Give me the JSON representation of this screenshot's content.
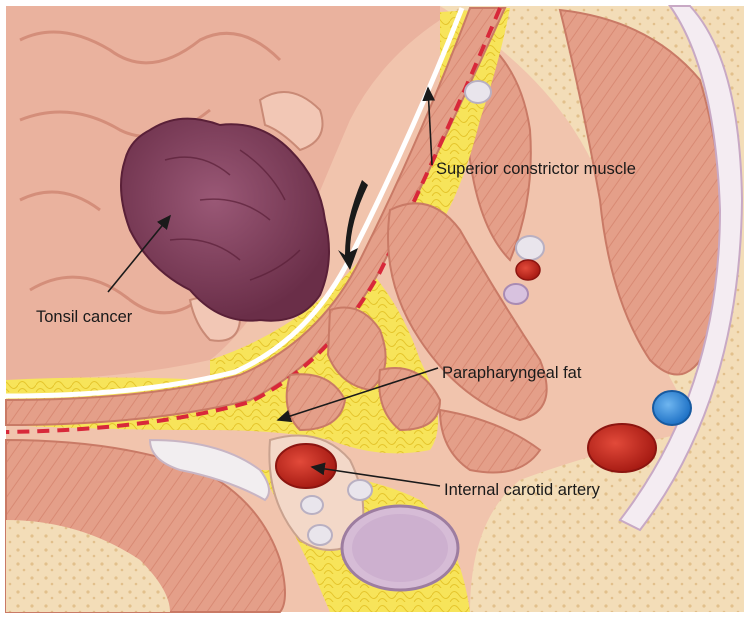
{
  "labels": {
    "superior_constrictor": "Superior constrictor muscle",
    "tonsil_cancer": "Tonsil cancer",
    "parapharyngeal_fat": "Parapharyngeal fat",
    "internal_carotid": "Internal carotid artery"
  },
  "colors": {
    "muscle": "#e6a08a",
    "muscle_dark": "#c97a66",
    "mucosa": "#e8b3a0",
    "fat": "#f6e04a",
    "bone": "#f4e0bf",
    "tumor": "#7e3d58",
    "artery": "#c8281e",
    "vein": "#2e8ce0",
    "nerve": "#c7b0d1",
    "dashed_line": "#d8283a"
  }
}
